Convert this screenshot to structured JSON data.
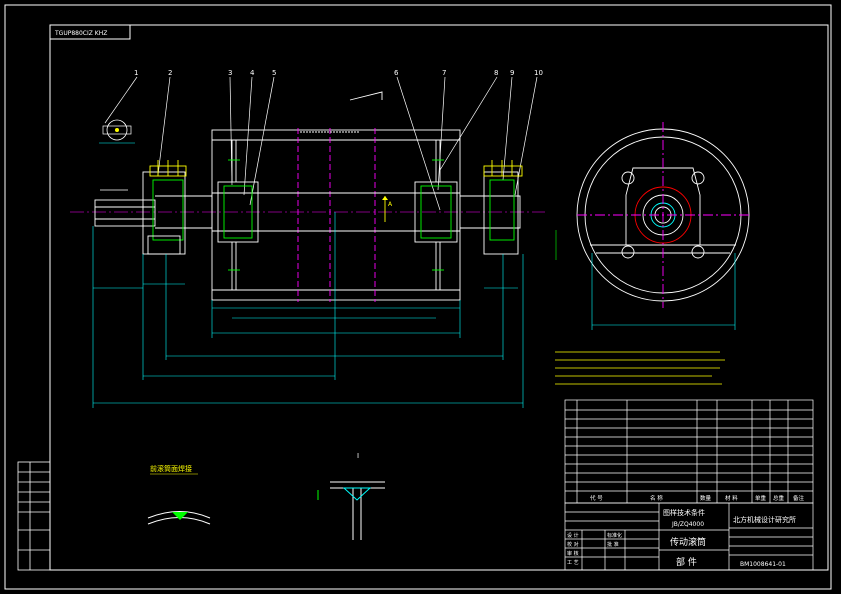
{
  "sheet": {
    "top_label": "TGUP880CIZ KHZ",
    "section_label_1": "前滚筒面焊接",
    "section_mark": "I",
    "view_mark": "A"
  },
  "title_block": {
    "standard": "图样技术条件",
    "standard_no": "JB/ZQ4000",
    "institute": "北方机械设计研究所",
    "part_name": "传动滚筒",
    "category": "部 件",
    "drawing_no": "BM1008641-01",
    "approvals": [
      "设 计",
      "校 对",
      "审 核",
      "工 艺",
      "标准化",
      "批 准"
    ],
    "headers": [
      "代 号",
      "名 称",
      "数量",
      "材 料",
      "单重",
      "总重",
      "备注"
    ]
  },
  "colors": {
    "frame": "#ffffff",
    "outline": "#ffffff",
    "dim": "#00ffff",
    "center": "#ff00ff",
    "part": "#00ff00",
    "bolt": "#ffff00",
    "note": "#ffff00"
  }
}
